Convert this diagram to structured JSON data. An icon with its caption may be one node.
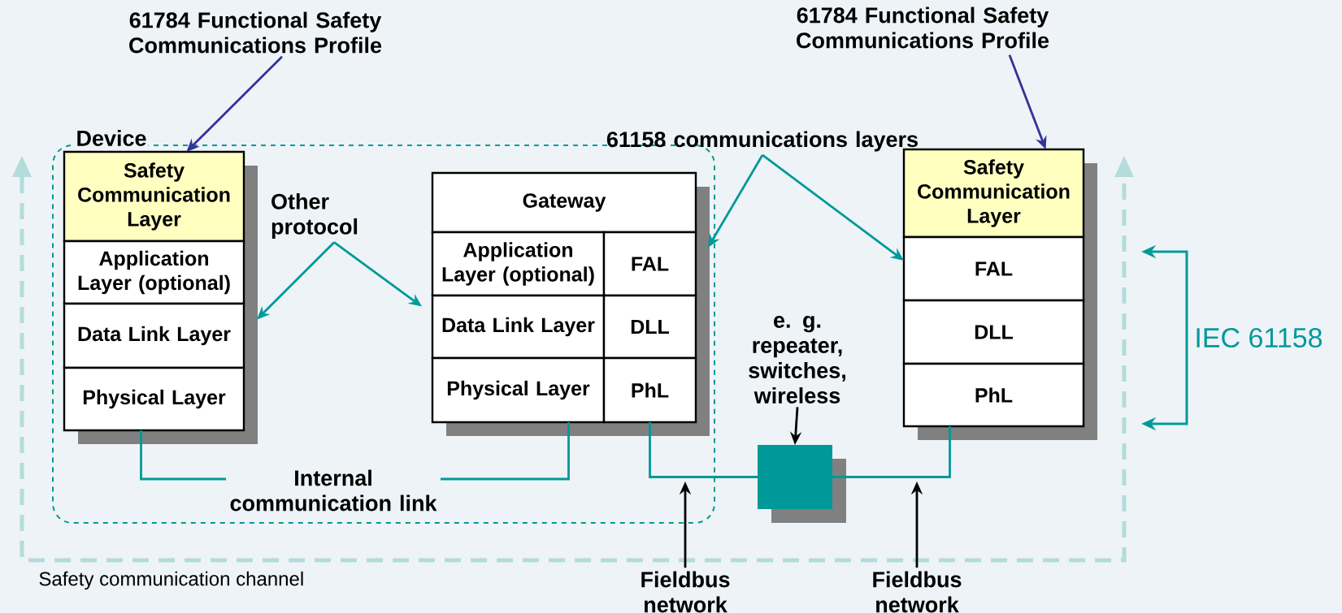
{
  "diagram": {
    "nodes": [
      {
        "text": [
          "Device"
        ]
      },
      {
        "text": [
          "Safety Communication Layer"
        ],
        "in": 0
      },
      {
        "text": [
          "Application Layer (optional)"
        ],
        "in": 0
      },
      {
        "text": [
          "Data Link Layer"
        ],
        "in": 0
      },
      {
        "text": [
          "Physical Layer"
        ],
        "in": 0
      },
      {
        "text": [
          "Gateway"
        ],
        "in": 0
      },
      {
        "text": [
          "Application Layer (optional)"
        ],
        "in": 0
      },
      {
        "text": [
          "FAL"
        ],
        "in": 0
      },
      {
        "text": [
          "Data Link Layer"
        ],
        "in": 0
      },
      {
        "text": [
          "DLL"
        ],
        "in": 0
      },
      {
        "text": [
          "Physical Layer"
        ],
        "in": 0
      },
      {
        "text": [
          "PhL"
        ],
        "in": 0
      },
      {
        "text": [
          "Safety Communication Layer"
        ]
      },
      {
        "text": [
          "FAL"
        ]
      },
      {
        "text": [
          "DLL"
        ]
      },
      {
        "text": [
          "PhL"
        ]
      },
      {
        "text": [],
        "shape": "box"
      },
      {
        "text": [
          "61784 Functional Safety Communications Profile"
        ]
      },
      {
        "text": [
          "61784 Functional Safety Communications Profile"
        ]
      },
      {
        "text": [
          "61158 communications layers"
        ]
      },
      {
        "text": [
          "Other protocol"
        ],
        "in": 0
      },
      {
        "text": [
          "e. g. repeater, switches, wireless"
        ]
      },
      {
        "text": [
          "Fieldbus network"
        ]
      },
      {
        "text": [
          "Fieldbus network"
        ]
      }
    ],
    "edges": [
      {
        "from": 17,
        "to": 1,
        "arrow": "to",
        "color": "#333399"
      },
      {
        "from": 18,
        "to": 12,
        "arrow": "to",
        "color": "#333399"
      },
      {
        "from": 19,
        "to": 7,
        "arrow": "to"
      },
      {
        "from": 19,
        "to": 13,
        "arrow": "to"
      },
      {
        "from": 20,
        "to": 3,
        "arrow": "to"
      },
      {
        "from": 20,
        "to": 8,
        "arrow": "to"
      },
      {
        "from": 4,
        "to": 10,
        "arrow": "none",
        "label": "Internal communication link"
      },
      {
        "from": 11,
        "to": 16,
        "arrow": "none"
      },
      {
        "from": 16,
        "to": 15,
        "arrow": "none"
      },
      {
        "from": 21,
        "to": 16,
        "arrow": "to",
        "color": "#000000"
      },
      {
        "from": 22,
        "to": null,
        "arrow": "to",
        "color": "#000000"
      },
      {
        "from": 23,
        "to": null,
        "arrow": "to",
        "color": "#000000"
      }
    ],
    "labels": [
      "IEC 61158",
      "Safety communication channel"
    ]
  }
}
